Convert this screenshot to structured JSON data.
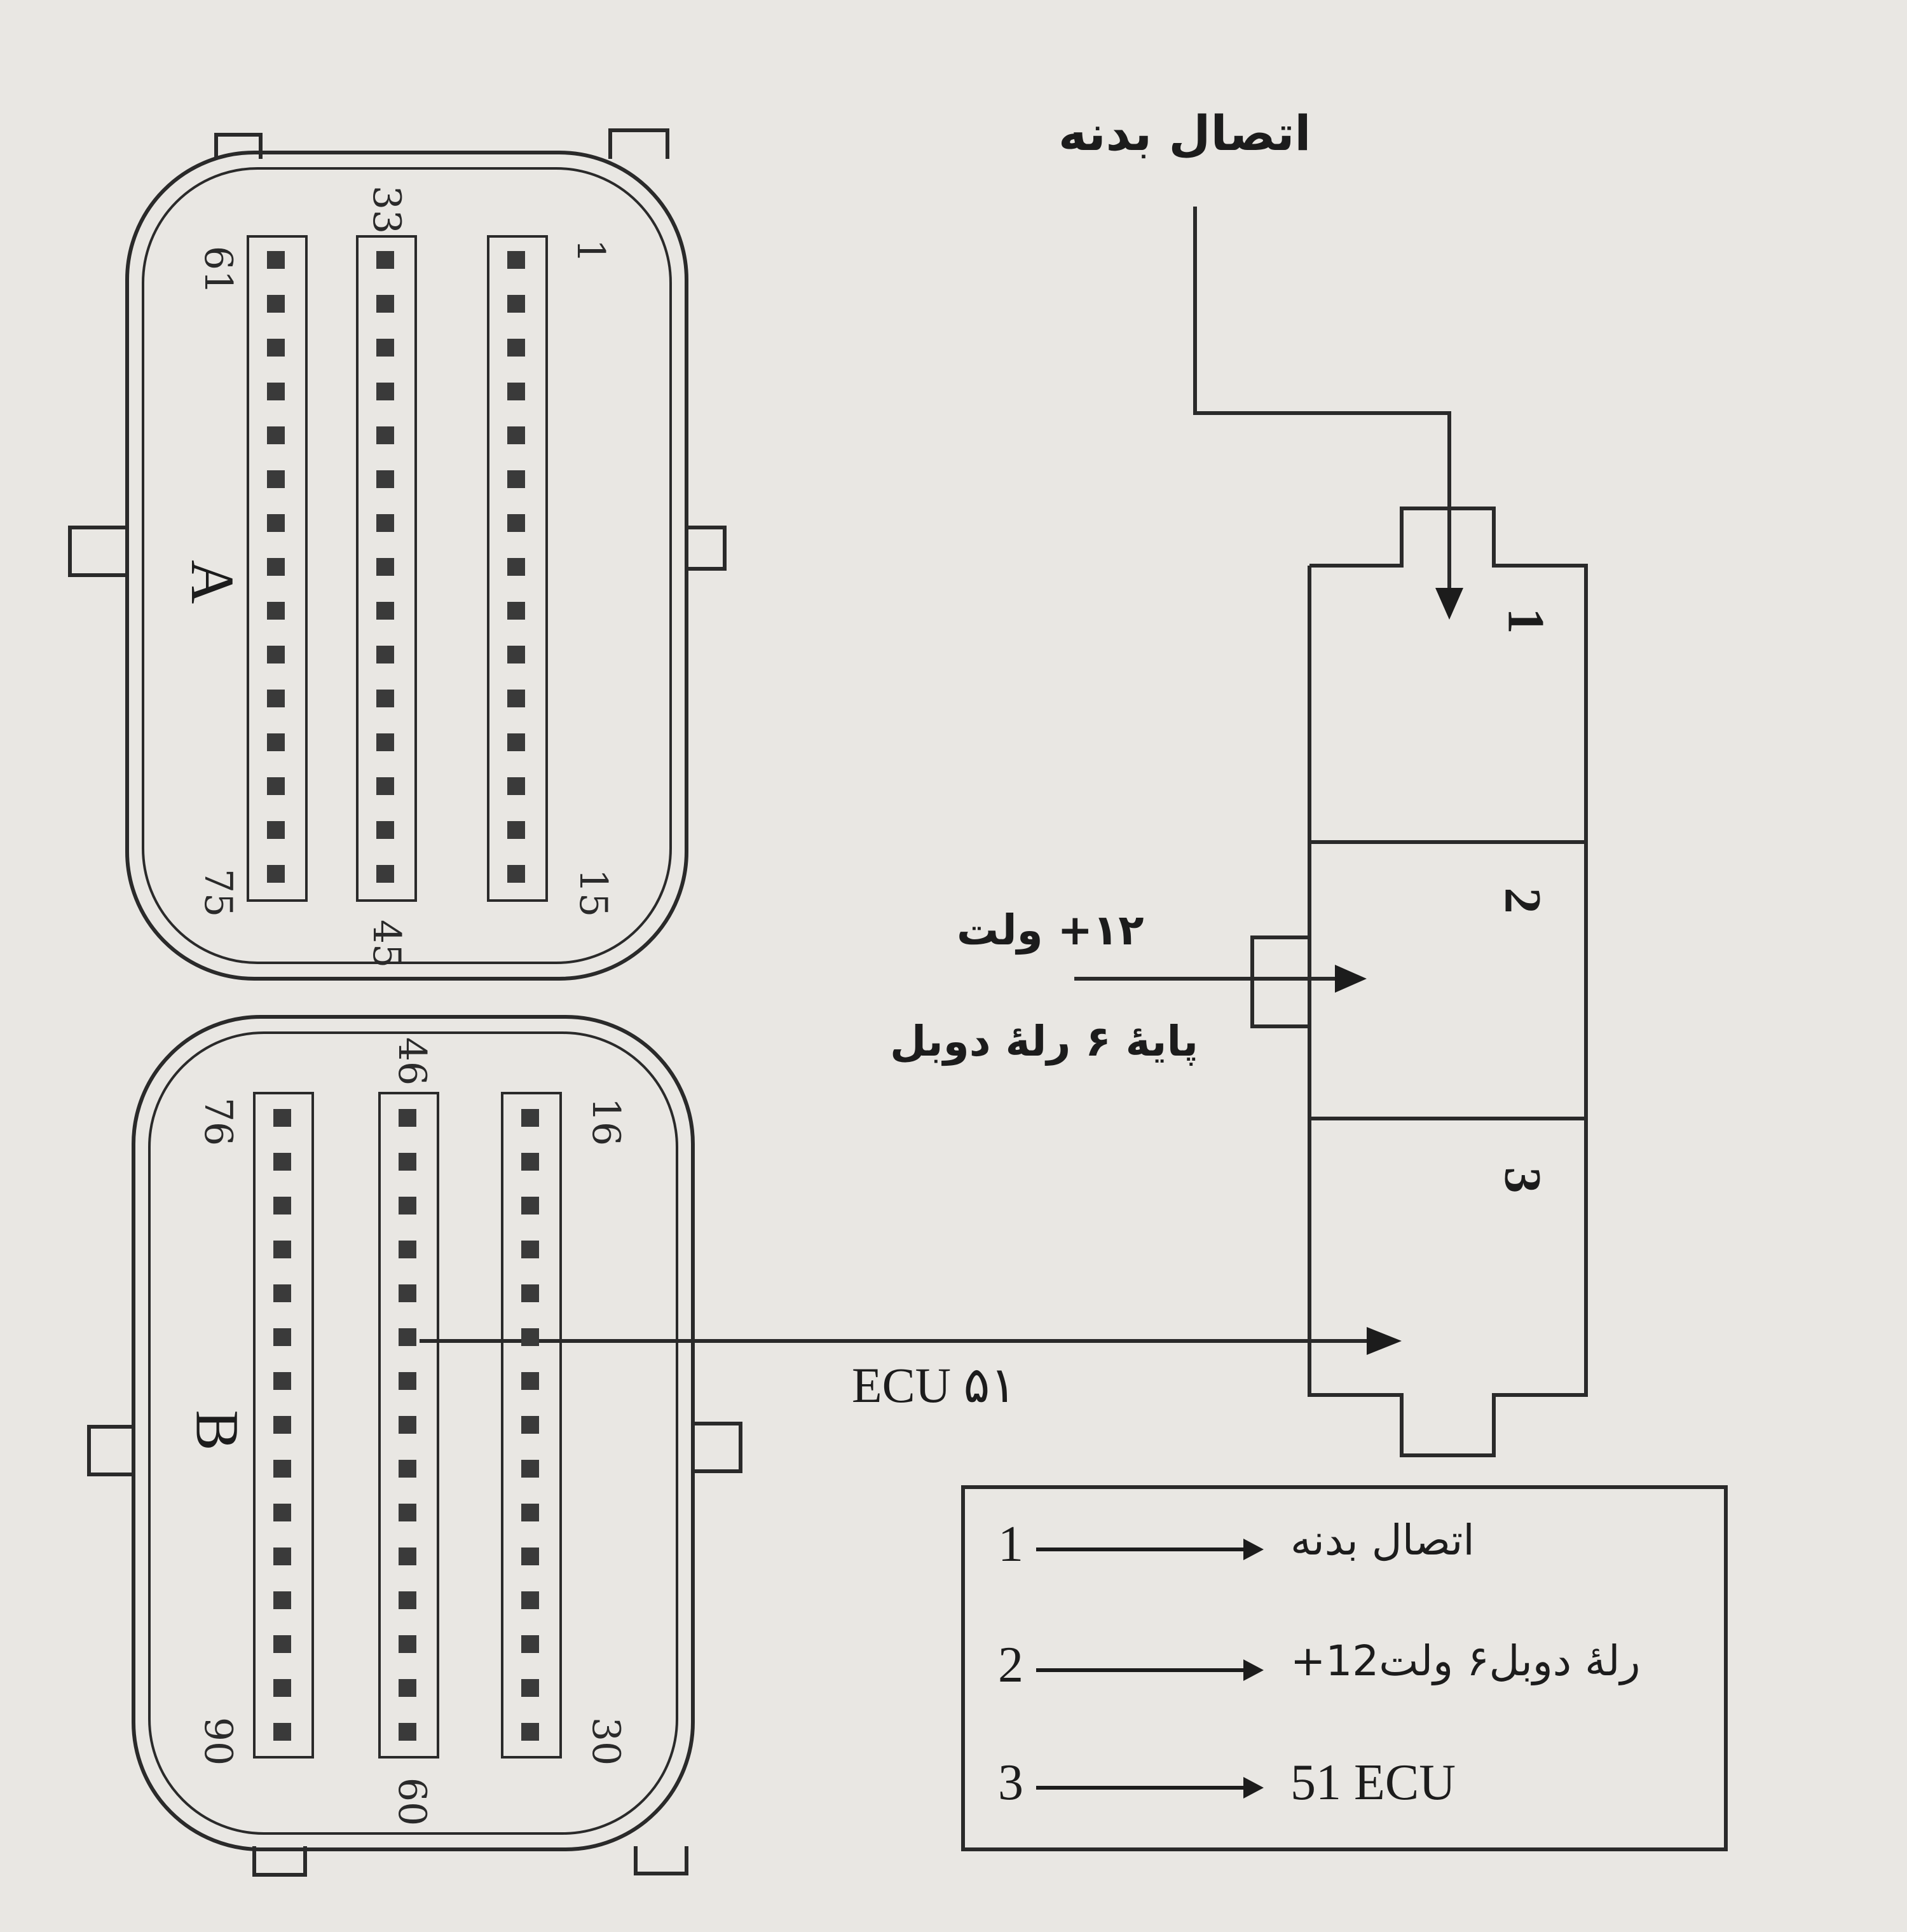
{
  "diagram": {
    "labels": {
      "top_ground": "اتصال بدنه",
      "plus12": "۱۲+ ولت",
      "pin6_relay": "پایهٔ ۶ رلهٔ دوبل",
      "ecu51": "۵۱ ECU"
    },
    "connector_a": {
      "letter": "A",
      "pin_labels": [
        "61",
        "75",
        "33",
        "45",
        "1",
        "15"
      ]
    },
    "connector_b": {
      "letter": "B",
      "pin_labels": [
        "76",
        "90",
        "46",
        "60",
        "16",
        "30"
      ]
    },
    "terminals": [
      "1",
      "2",
      "3"
    ],
    "legend": [
      {
        "num": "1",
        "text": "اتصال بدنه"
      },
      {
        "num": "2",
        "text": "رلهٔ دوبل۶ ولت12+"
      },
      {
        "num": "3",
        "text": "51 ECU"
      }
    ]
  }
}
